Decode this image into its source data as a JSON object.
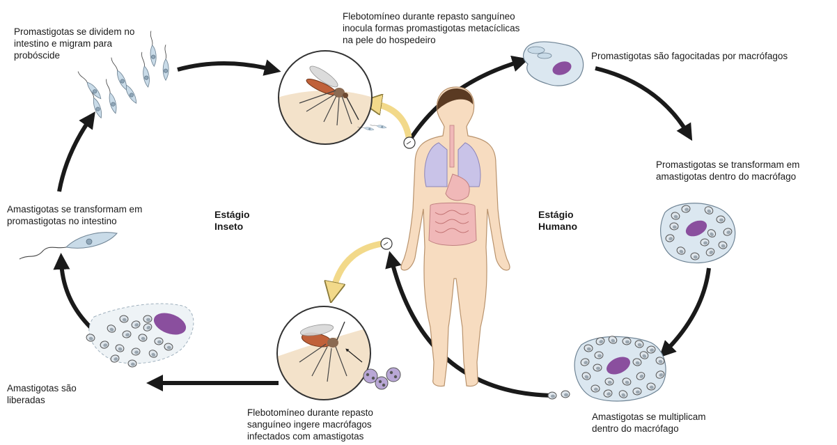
{
  "title": "",
  "stages": {
    "insect": [
      "Estágio",
      "Inseto"
    ],
    "human": [
      "Estágio",
      "Humano"
    ]
  },
  "steps": [
    {
      "id": "bite_inoculate",
      "lines": [
        "Flebotomíneo durante repasto sanguíneo",
        "inocula formas promastigotas metacíclicas",
        "na pele do hospedeiro"
      ]
    },
    {
      "id": "phagocytosed",
      "lines": [
        "Promastigotas são fagocitadas por macrófagos"
      ]
    },
    {
      "id": "transform_in_macrophage",
      "lines": [
        "Promastigotas se transformam em",
        "amastigotas dentro do macrófago"
      ]
    },
    {
      "id": "multiply",
      "lines": [
        "Amastigotas se multiplicam",
        "dentro do macrófago"
      ]
    },
    {
      "id": "bite_ingest",
      "lines": [
        "Flebotomíneo durante repasto",
        "sanguíneo ingere macrófagos",
        "infectados com amastigotas"
      ]
    },
    {
      "id": "released",
      "lines": [
        "Amastigotas são",
        "liberadas"
      ]
    },
    {
      "id": "transform_in_gut",
      "lines": [
        "Amastigotas se transformam em",
        "promastigotas no intestino"
      ]
    },
    {
      "id": "divide_migrate",
      "lines": [
        "Promastigotas se dividem no",
        "intestino e migram para",
        "probóscide"
      ]
    }
  ],
  "colors": {
    "arrow": "#1a1a1a",
    "highlight_arrow": "#f2d98a",
    "skin": "#f7dcc0",
    "parasite": "#c9dbe8",
    "nucleus": "#8a4f9e",
    "lungs": "#c9c3e8",
    "intestine": "#f0b8b8"
  },
  "icons": [
    "mosquito-icon",
    "human-body-icon",
    "macrophage-icon",
    "promastigote-icon",
    "amastigote-icon"
  ]
}
